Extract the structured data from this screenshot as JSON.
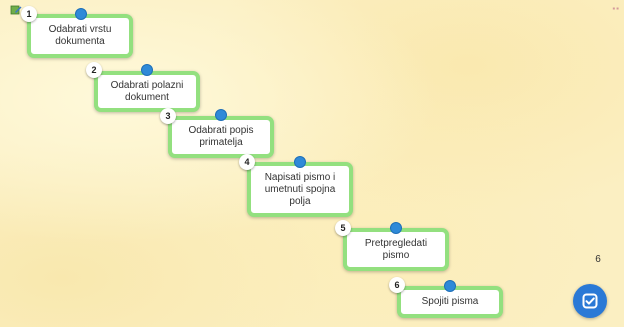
{
  "steps": [
    {
      "number": "1",
      "label": "Odabrati vrstu\ndokumenta"
    },
    {
      "number": "2",
      "label": "Odabrati polazni\ndokument"
    },
    {
      "number": "3",
      "label": "Odabrati popis\nprimatelja"
    },
    {
      "number": "4",
      "label": "Napisati pismo i\numetnuti spojna\npolja"
    },
    {
      "number": "5",
      "label": "Pretpregledati\npismo"
    },
    {
      "number": "6",
      "label": "Spojiti pisma"
    }
  ],
  "counter": {
    "value": "6"
  },
  "icons": {
    "corner": "edit-icon",
    "check": "check-icon"
  },
  "colors": {
    "card_border": "#93e07f",
    "handle": "#2f8ad8",
    "check_button": "#2a79d6",
    "background": "#fbefc2"
  }
}
